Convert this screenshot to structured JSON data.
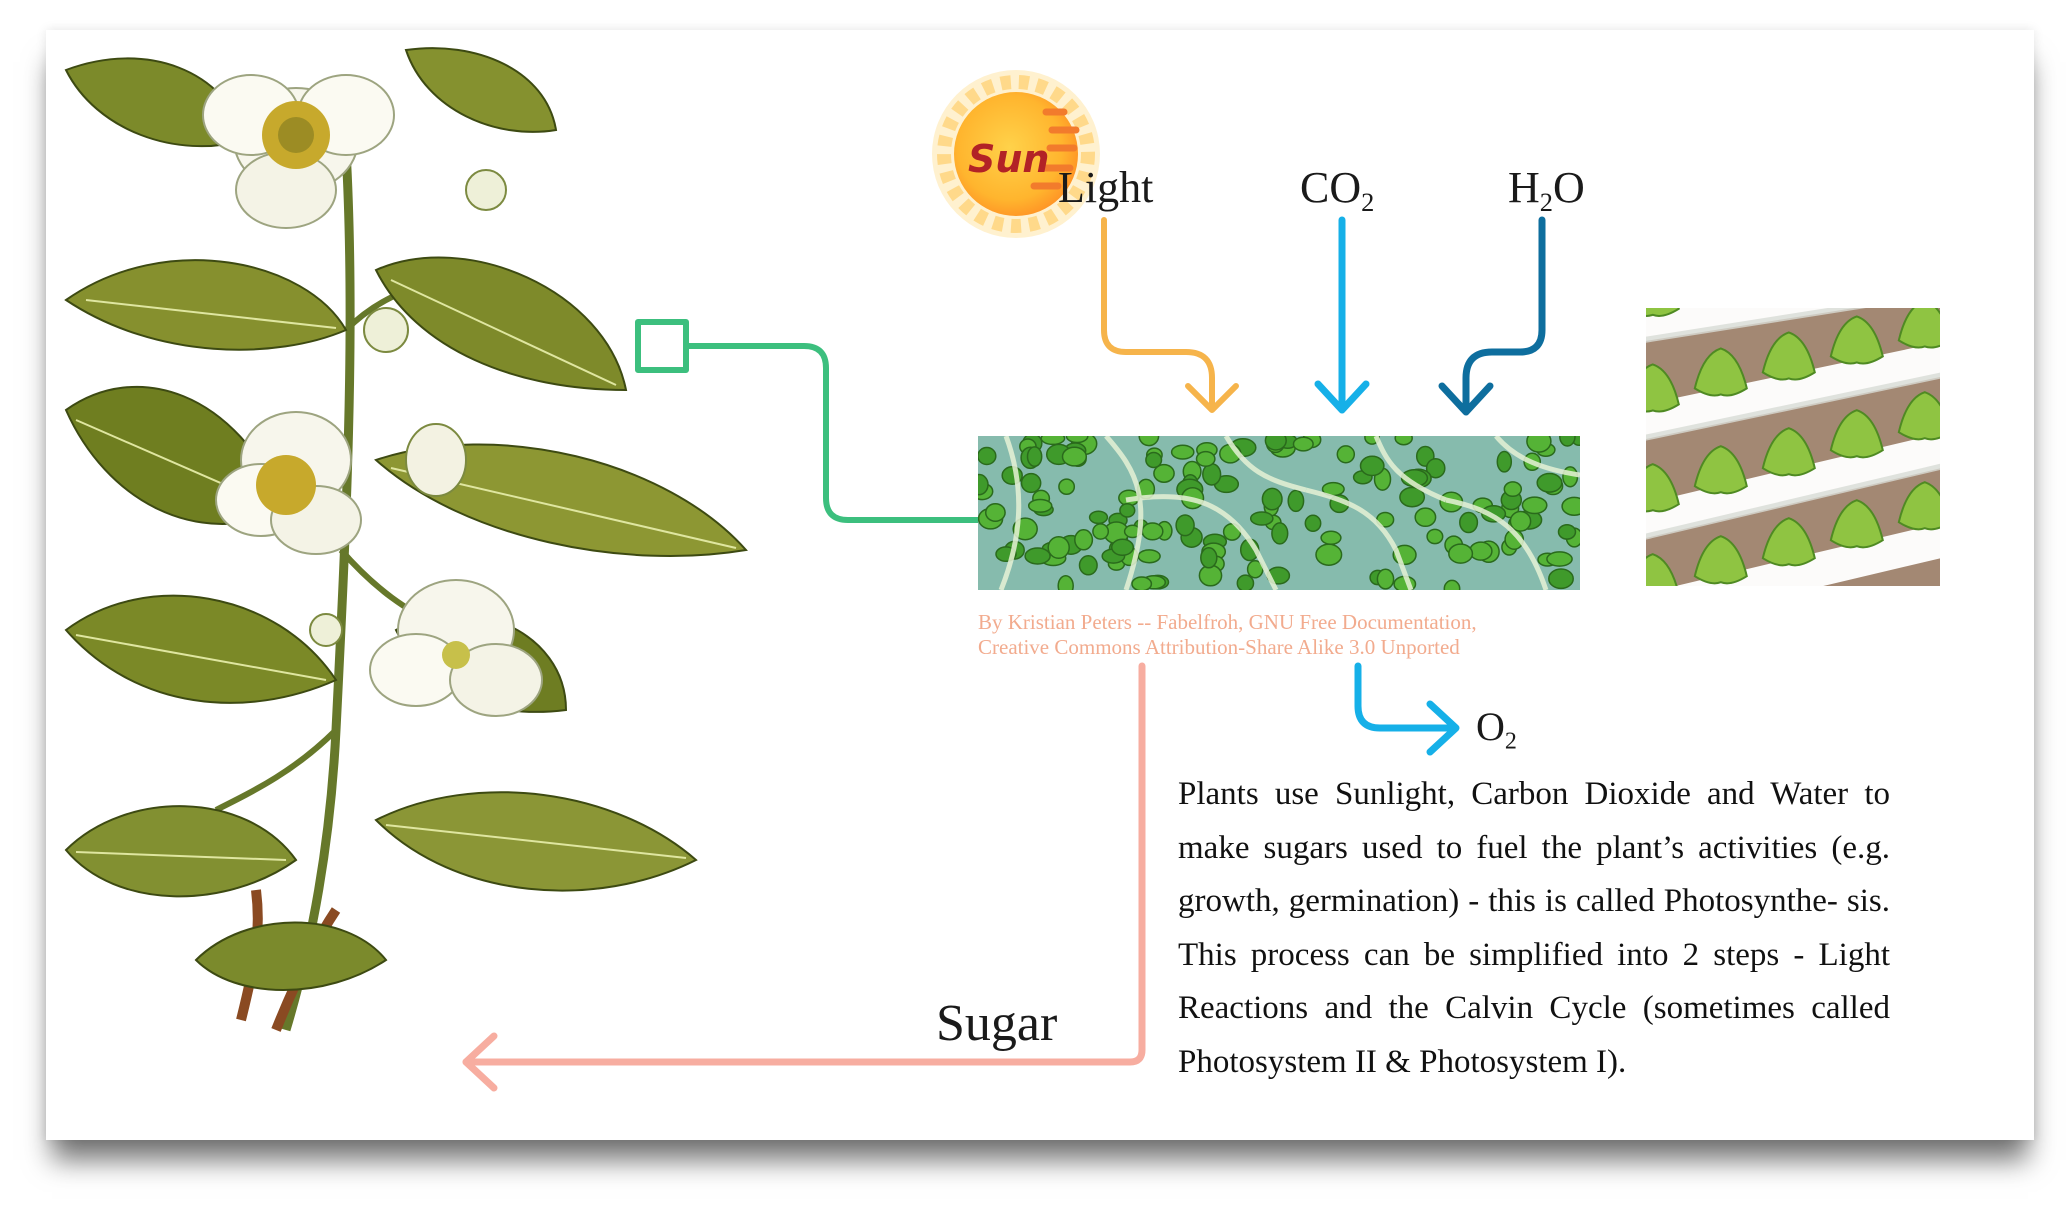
{
  "inputs": {
    "sun_icon_text": "Sun",
    "light": "Light",
    "co2": {
      "main": "CO",
      "sub": "2"
    },
    "h2o": {
      "pre": "H",
      "sub": "2",
      "post": "O"
    }
  },
  "outputs": {
    "o2": {
      "main": "O",
      "sub": "2"
    },
    "sugar": "Sugar"
  },
  "image_credit": {
    "line1": "By Kristian Peters -- Fabelfroh, GNU Free Documentation,",
    "line2": "Creative Commons Attribution-Share Alike 3.0 Unported"
  },
  "description": "Plants use Sunlight, Carbon Dioxide and Water to make sugars used to fuel the plant’s activities (e.g. growth, germination) - this is called Photosynthe- sis.  This process can be simplified into 2 steps - Light Reactions and the Calvin Cycle (sometimes called Photosystem II & Photosystem I).",
  "colors": {
    "light_arrow": "#f6b44b",
    "co2_arrow": "#16b0e8",
    "h2o_arrow": "#0e6e9e",
    "o2_arrow": "#16b0e8",
    "sugar_arrow": "#f7ada0",
    "zoom_connector": "#3cbf7e",
    "credit_text": "#f2ab8e",
    "sun_text": "#b22226"
  },
  "icons": [
    "tea-plant-illustration",
    "sun-icon",
    "leaf-cell-micrograph",
    "hydroponic-lettuce-photo"
  ]
}
